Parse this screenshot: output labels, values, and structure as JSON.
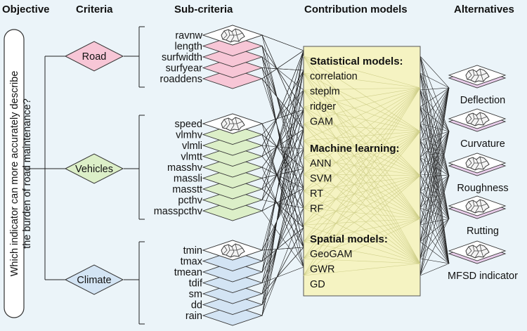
{
  "headers": {
    "objective": "Objective",
    "criteria": "Criteria",
    "subcriteria": "Sub-criteria",
    "contribution": "Contribution models",
    "alternatives": "Alternatives"
  },
  "objective": {
    "line1": "Which indicator can more accurately describe",
    "line2": "the burden of road maintenance?"
  },
  "criteria": [
    {
      "name": "Road",
      "color": "#f7c6d6",
      "subcriteria": [
        "ravnw",
        "length",
        "surfwidth",
        "surfyear",
        "roaddens"
      ]
    },
    {
      "name": "Vehicles",
      "color": "#dcefc8",
      "subcriteria": [
        "speed",
        "vlmhv",
        "vlmli",
        "vlmtt",
        "masshv",
        "massli",
        "masstt",
        "pcthv",
        "masspcthv"
      ]
    },
    {
      "name": "Climate",
      "color": "#d3e4f4",
      "subcriteria": [
        "tmin",
        "tmax",
        "tmean",
        "tdif",
        "sm",
        "dd",
        "rain"
      ]
    }
  ],
  "models": {
    "box_color": "#f5f3c2",
    "groups": [
      {
        "title": "Statistical models:",
        "items": [
          "correlation",
          "steplm",
          "ridger",
          "GAM"
        ]
      },
      {
        "title": "Machine learning:",
        "items": [
          "ANN",
          "SVM",
          "RT",
          "RF"
        ]
      },
      {
        "title": "Spatial models:",
        "items": [
          "GeoGAM",
          "GWR",
          "GD"
        ]
      }
    ]
  },
  "alternatives": {
    "color": "#e8cdea",
    "items": [
      "Deflection",
      "Curvature",
      "Roughness",
      "Rutting",
      "MFSD indicator"
    ]
  }
}
